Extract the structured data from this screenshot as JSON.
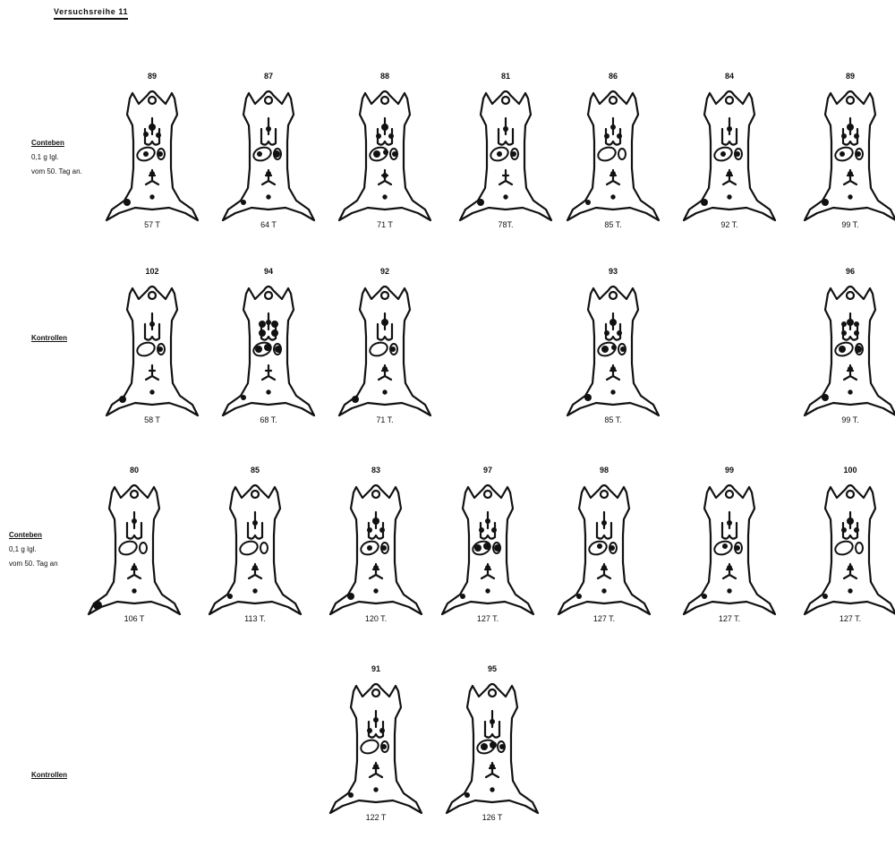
{
  "page": {
    "title": "Versuchsreihe 11"
  },
  "groups": [
    {
      "id": "row1",
      "label_lines": [
        "Conteben",
        "0,1 g Igl.",
        "vom 50. Tag an."
      ],
      "animals": [
        {
          "number": "89",
          "day": "57 T",
          "pattern": "a"
        },
        {
          "number": "87",
          "day": "64 T",
          "pattern": "b"
        },
        {
          "number": "88",
          "day": "71 T",
          "pattern": "c"
        },
        {
          "number": "81",
          "day": "78T.",
          "pattern": "d"
        },
        {
          "number": "86",
          "day": "85 T.",
          "pattern": "e"
        },
        {
          "number": "84",
          "day": "92 T.",
          "pattern": "f"
        },
        {
          "number": "89",
          "day": "99 T.",
          "pattern": "g"
        }
      ]
    },
    {
      "id": "row2",
      "label_lines": [
        "Kontrollen"
      ],
      "animals": [
        {
          "number": "102",
          "day": "58 T",
          "pattern": "h"
        },
        {
          "number": "94",
          "day": "68 T.",
          "pattern": "i"
        },
        {
          "number": "92",
          "day": "71 T.",
          "pattern": "j"
        },
        {
          "number": "93",
          "day": "85 T.",
          "pattern": "k"
        },
        {
          "number": "96",
          "day": "99 T.",
          "pattern": "l"
        }
      ]
    },
    {
      "id": "row3",
      "label_lines": [
        "Conteben",
        "0,1 g Igl.",
        "vom 50. Tag an"
      ],
      "animals": [
        {
          "number": "80",
          "day": "106 T",
          "pattern": "m"
        },
        {
          "number": "85",
          "day": "113 T.",
          "pattern": "n"
        },
        {
          "number": "83",
          "day": "120 T.",
          "pattern": "o"
        },
        {
          "number": "97",
          "day": "127 T.",
          "pattern": "p"
        },
        {
          "number": "98",
          "day": "127 T.",
          "pattern": "q"
        },
        {
          "number": "99",
          "day": "127 T.",
          "pattern": "r"
        },
        {
          "number": "100",
          "day": "127 T.",
          "pattern": "s"
        }
      ]
    },
    {
      "id": "row4",
      "label_lines": [
        "Kontrollen"
      ],
      "animals": [
        {
          "number": "91",
          "day": "122 T",
          "pattern": "t"
        },
        {
          "number": "95",
          "day": "126 T",
          "pattern": "u"
        }
      ]
    }
  ]
}
